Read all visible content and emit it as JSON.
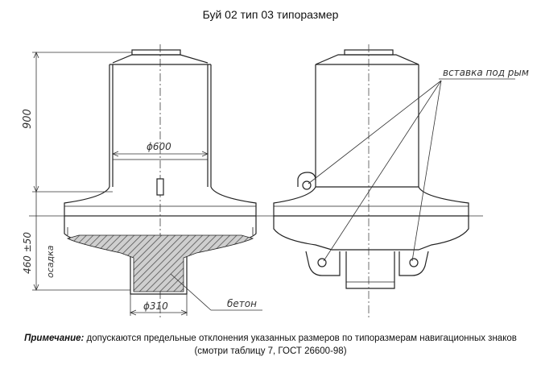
{
  "title": "Буй 02 тип 03 типоразмер",
  "labels": {
    "height_900": "900",
    "diameter_600": "ϕ600",
    "draft_value": "460 ±50",
    "draft_word": "осадка",
    "diameter_310": "ϕ310",
    "concrete": "бетон",
    "insert": "вставка под рым"
  },
  "note": {
    "label": "Примечание:",
    "text": " допускаются предельные отклонения указанных размеров по типоразмерам навигационных знаков",
    "text2": "(смотри таблицу 7, ГОСТ 26600-98)"
  }
}
